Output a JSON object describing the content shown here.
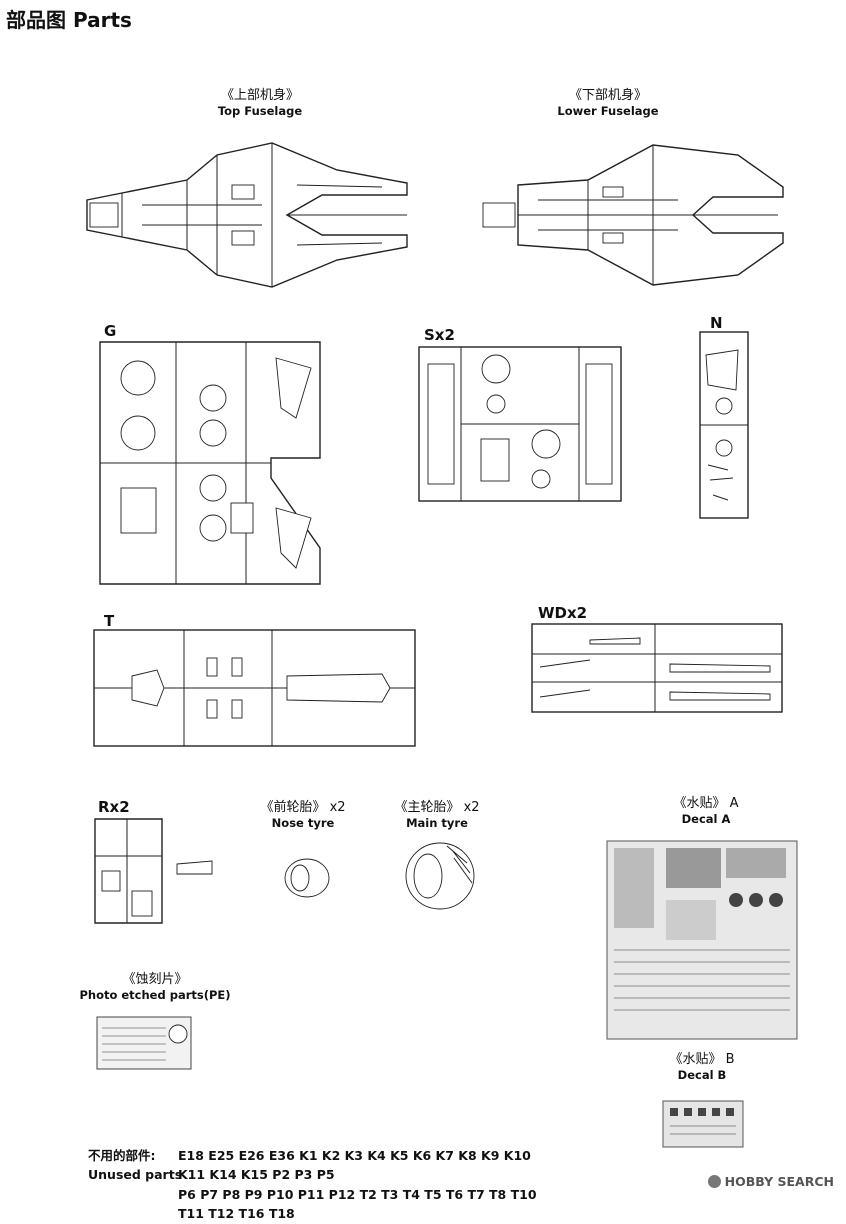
{
  "page": {
    "title": "部品图  Parts"
  },
  "top_fuselage": {
    "cn": "《上部机身》",
    "en": "Top Fuselage"
  },
  "lower_fuselage": {
    "cn": "《下部机身》",
    "en": "Lower Fuselage"
  },
  "sprues": {
    "g": {
      "tag": "G"
    },
    "s": {
      "tag": "Sx2"
    },
    "n": {
      "tag": "N"
    },
    "t": {
      "tag": "T"
    },
    "wd": {
      "tag": "WDx2"
    },
    "r": {
      "tag": "Rx2"
    }
  },
  "nose_tyre": {
    "cn": "《前轮胎》",
    "qty": "x2",
    "en": "Nose tyre"
  },
  "main_tyre": {
    "cn": "《主轮胎》",
    "qty": "x2",
    "en": "Main tyre"
  },
  "decal_a": {
    "cn": "《水贴》",
    "letter": "A",
    "en": "Decal A"
  },
  "decal_b": {
    "cn": "《水贴》",
    "letter": "B",
    "en": "Decal B"
  },
  "pe": {
    "cn": "《蚀刻片》",
    "en": "Photo etched parts(PE)"
  },
  "unused": {
    "label_cn": "不用的部件:",
    "label_en": "Unused parts",
    "line1": "E18 E25 E26 E36 K1 K2 K3 K4 K5 K6 K7 K8 K9 K10 K11 K14 K15 P2 P3 P5",
    "line2": "P6 P7 P8 P9 P10 P11 P12 T2 T3 T4 T5 T6 T7 T8 T10 T11 T12 T16 T18"
  },
  "watermark": {
    "text": "HOBBY SEARCH"
  }
}
